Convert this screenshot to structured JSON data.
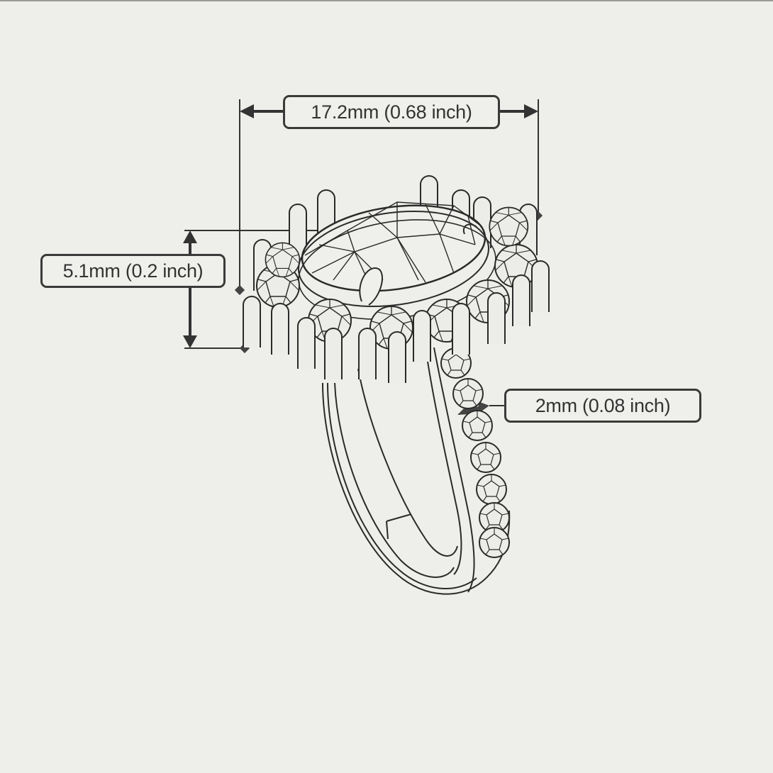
{
  "diagram": {
    "subject": "Halo engagement ring technical line drawing",
    "background_color": "#eeeeea",
    "line_color": "#2a2a2a",
    "dimension_color": "#3a3a3a"
  },
  "dimensions": {
    "width": {
      "label": "17.2mm (0.68 inch)",
      "value_mm": 17.2,
      "value_inch": 0.68,
      "orientation": "horizontal"
    },
    "height": {
      "label": "5.1mm (0.2 inch)",
      "value_mm": 5.1,
      "value_inch": 0.2,
      "orientation": "vertical"
    },
    "band_width": {
      "label": "2mm (0.08 inch)",
      "value_mm": 2,
      "value_inch": 0.08,
      "orientation": "band"
    }
  }
}
